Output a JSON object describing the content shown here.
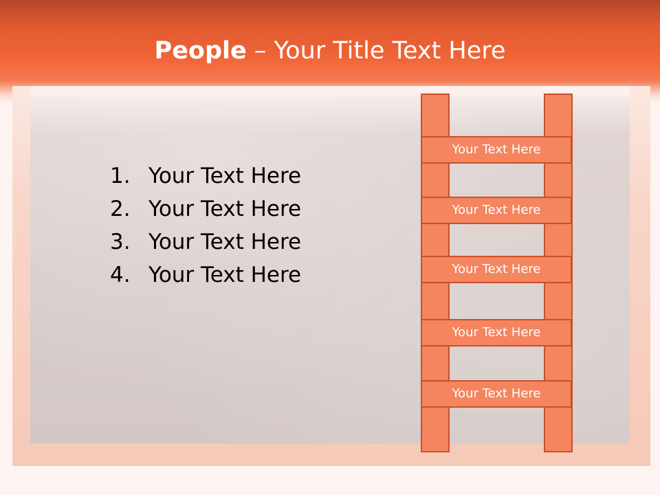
{
  "title": {
    "bold": "People",
    "rest": " – Your Title Text Here"
  },
  "list": [
    {
      "num": "1.",
      "text": "Your Text Here"
    },
    {
      "num": "2.",
      "text": "Your Text Here"
    },
    {
      "num": "3.",
      "text": "Your Text Here"
    },
    {
      "num": "4.",
      "text": "Your Text Here"
    }
  ],
  "ladder": {
    "rungs": [
      {
        "label": "Your Text Here"
      },
      {
        "label": "Your Text Here"
      },
      {
        "label": "Your Text Here"
      },
      {
        "label": "Your Text Here"
      },
      {
        "label": "Your Text Here"
      }
    ]
  },
  "colors": {
    "header": "#f06436",
    "ladder_fill": "#f4855f",
    "ladder_border": "#c8502a"
  }
}
